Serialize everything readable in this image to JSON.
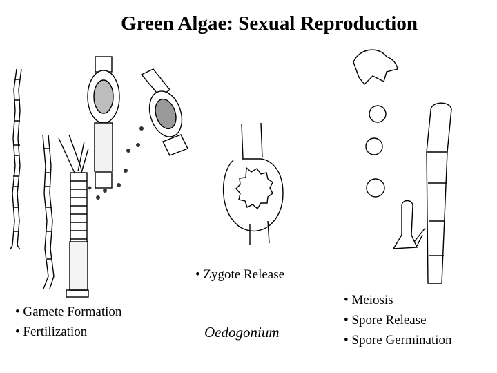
{
  "title": "Green Algae: Sexual Reproduction",
  "labels": {
    "left": [
      "• Gamete Formation",
      "• Fertilization"
    ],
    "center": "• Zygote Release",
    "organism": "Oedogonium",
    "right": [
      "• Meiosis",
      "• Spore Release",
      "• Spore Germination"
    ]
  }
}
